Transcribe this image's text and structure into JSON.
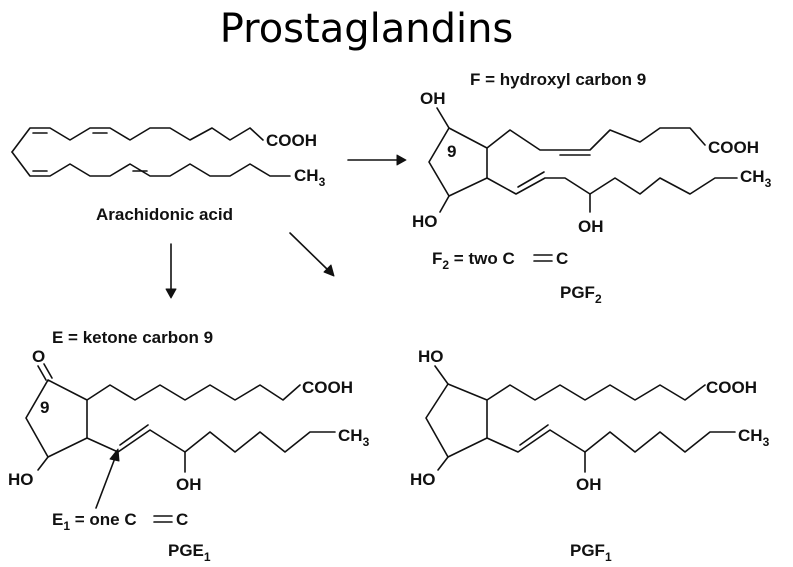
{
  "title": "Prostaglandins",
  "arachidonic": {
    "name": "Arachidonic acid",
    "cooh": "COOH",
    "ch3_base": "CH",
    "ch3_sub": "3"
  },
  "pgf2": {
    "note": "F = hydroxyl carbon 9",
    "oh_top": "OH",
    "ring_number": "9",
    "cooh": "COOH",
    "ch3_base": "CH",
    "ch3_sub": "3",
    "ho_bottom": "HO",
    "oh_bottom": "OH",
    "bond_label_base": "F",
    "bond_label_sub": "2",
    "bond_label_rest": " = two C",
    "bond_label_end": "C",
    "name_base": "PGF",
    "name_sub": "2"
  },
  "pge1": {
    "note": "E = ketone carbon 9",
    "o_label": "O",
    "ring_number": "9",
    "cooh": "COOH",
    "ch3_base": "CH",
    "ch3_sub": "3",
    "ho_bottom": "HO",
    "oh_bottom": "OH",
    "bond_label_base": "E",
    "bond_label_sub": "1",
    "bond_label_rest": " = one C",
    "bond_label_end": "C",
    "name_base": "PGE",
    "name_sub": "1"
  },
  "pgf1": {
    "ho_top": "HO",
    "cooh": "COOH",
    "ch3_base": "CH",
    "ch3_sub": "3",
    "ho_bottom": "HO",
    "oh_bottom": "OH",
    "name_base": "PGF",
    "name_sub": "1"
  }
}
